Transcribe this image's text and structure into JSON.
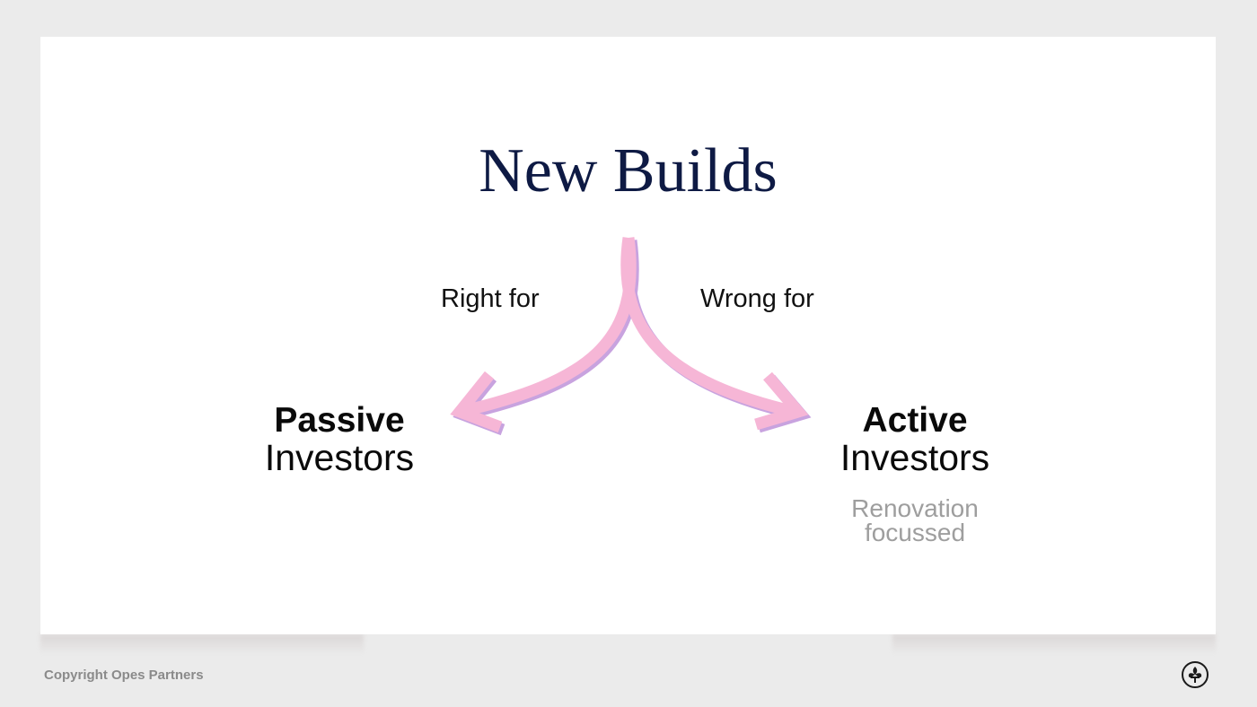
{
  "title": "New Builds",
  "branches": {
    "left_label": "Right for",
    "right_label": "Wrong for"
  },
  "nodes": {
    "passive": {
      "bold": "Passive",
      "regular": "Investors"
    },
    "active": {
      "bold": "Active",
      "regular": "Investors"
    }
  },
  "note": {
    "line1": "Renovation",
    "line2": "focussed"
  },
  "footer": {
    "copyright": "Copyright Opes Partners"
  },
  "colors": {
    "background": "#ebebeb",
    "slide": "#ffffff",
    "title": "#0e1a44",
    "arrow": "#f6b6d6",
    "arrow_shadow": "#c8a3df",
    "note": "#9e9e9e",
    "footer": "#8a8a8a"
  },
  "icons": {
    "logo": "fleur-de-lis-icon"
  }
}
